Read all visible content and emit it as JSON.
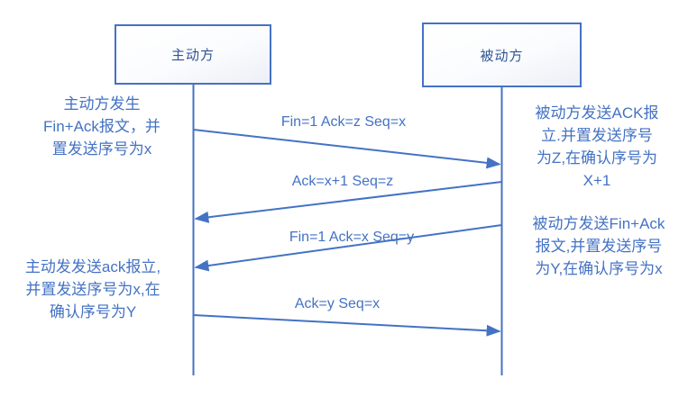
{
  "colors": {
    "accent_blue": "#4472C4",
    "actor_text_navy": "#2F5496",
    "box_fill_top": "#FFFFFF",
    "box_fill_bottom": "#ECEFF6",
    "background": "#FFFFFF"
  },
  "diagram": {
    "type": "sequence-diagram",
    "actors": [
      {
        "id": "active",
        "name": "主动方"
      },
      {
        "id": "passive",
        "name": "被动方"
      }
    ],
    "messages": [
      {
        "label": "Fin=1 Ack=z Seq=x",
        "direction": "left-to-right"
      },
      {
        "label": "Ack=x+1 Seq=z",
        "direction": "right-to-left"
      },
      {
        "label": "Fin=1 Ack=x Seq=y",
        "direction": "right-to-left"
      },
      {
        "label": "Ack=y Seq=x",
        "direction": "left-to-right"
      }
    ],
    "annotations": [
      {
        "side": "left",
        "text": "主动方发生\nFin+Ack报文，并\n置发送序号为x"
      },
      {
        "side": "right",
        "text": "被动方发送ACK报\n立.并置发送序号\n为Z,在确认序号为\nX+1"
      },
      {
        "side": "right",
        "text": "被动方发送Fin+Ack\n报文,并置发送序号\n为Y,在确认序号为x"
      },
      {
        "side": "left",
        "text": "主动发发送ack报立,\n并置发送序号为x,在\n确认序号为Y"
      }
    ]
  }
}
